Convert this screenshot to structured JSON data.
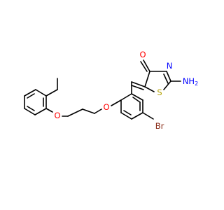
{
  "structure": {
    "atoms": {
      "carbonyl_oxygen": "O",
      "ring_nitrogen": "N",
      "amine": "NH",
      "amine_subscript": "2",
      "sulfur": "S",
      "ether_oxygen_1": "O",
      "ether_oxygen_2": "O",
      "bromine": "Br"
    },
    "colors": {
      "bond": "#000000",
      "O": "#ff0000",
      "N": "#0000ff",
      "S": "#b3a100",
      "Br": "#8b2e1a"
    }
  }
}
